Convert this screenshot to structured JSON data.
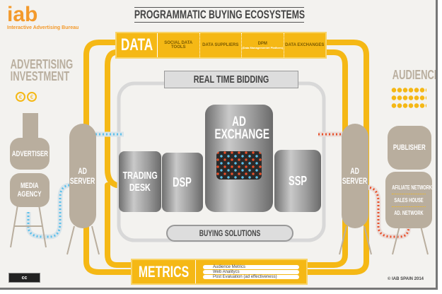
{
  "logo": {
    "mark": "iab",
    "subtitle": "Interactive Advertising Bureau"
  },
  "title": "PROGRAMMATIC BUYING ECOSYSTEMS",
  "data_bar": {
    "label": "DATA",
    "items": [
      {
        "title": "SOCIAL DATA TOOLS"
      },
      {
        "title": "DATA SUPPLIERS"
      },
      {
        "title": "DPM",
        "subtitle": "(Data Managementet Platform)"
      },
      {
        "title": "DATA EXCHANGES"
      }
    ]
  },
  "rtb": "REAL TIME BIDDING",
  "left": {
    "heading1": "ADVERTISING",
    "heading2": "INVESTMENT",
    "coin": "€",
    "advertiser": "ADVERTISER",
    "agency1": "MEDIA",
    "agency2": "AGENCY",
    "ad_server1": "AD",
    "ad_server2": "SERVER"
  },
  "center": {
    "trading1": "TRADING",
    "trading2": "DESK",
    "dsp": "DSP",
    "exchange1": "AD",
    "exchange2": "EXCHANGE",
    "ssp": "SSP",
    "buying": "BUYING SOLUTIONS"
  },
  "right": {
    "heading": "AUDIENCE",
    "publisher": "PUBLISHER",
    "networks": [
      "AFILIATE NETWORK",
      "SALES HOUSE",
      "AD. NETWORK"
    ],
    "ad_server1": "AD",
    "ad_server2": "SERVER"
  },
  "metrics": {
    "label": "METRICS",
    "items": [
      "Audience Metrics",
      "Web Analitycs",
      "Post Evaluation (ad effectiveness)"
    ]
  },
  "footer": {
    "copyright": "© IAB SPAIN 2014",
    "license": "cc"
  },
  "colors": {
    "yellow": "#f5b815",
    "tan": "#b9ae9e",
    "orange": "#f39a2c",
    "blue_dot": "#5bc0eb",
    "red_dot": "#e8502a"
  }
}
